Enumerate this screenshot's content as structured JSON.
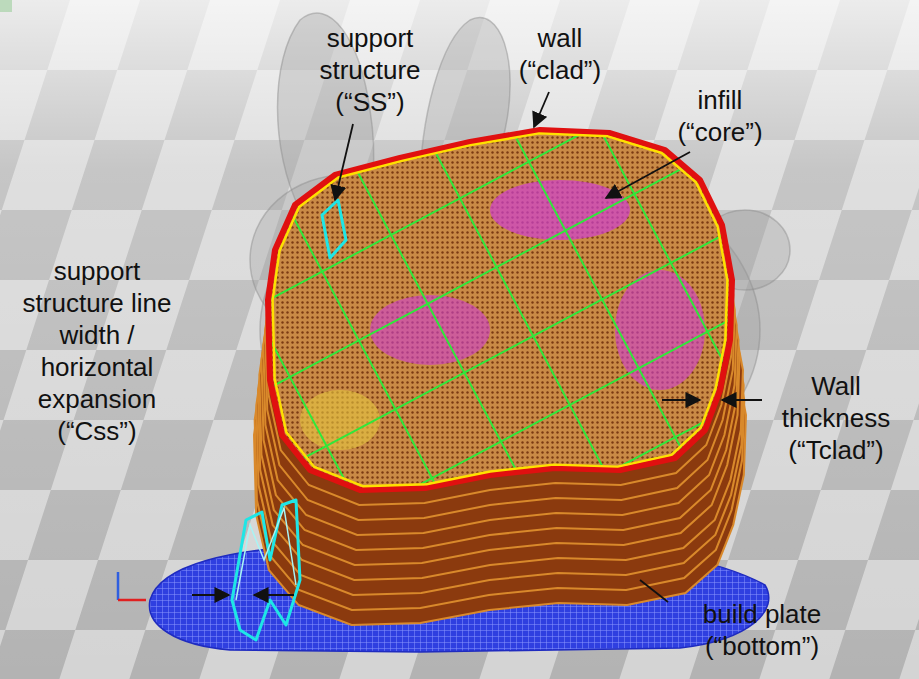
{
  "diagram": {
    "labels": [
      "support structure (“SS”)",
      "wall (“clad”)",
      "infill (“core”)",
      "support structure line width / horizontal expansion (“Css”)",
      "Wall thickness (“Tclad”)",
      "build plate (“bottom”)"
    ]
  }
}
